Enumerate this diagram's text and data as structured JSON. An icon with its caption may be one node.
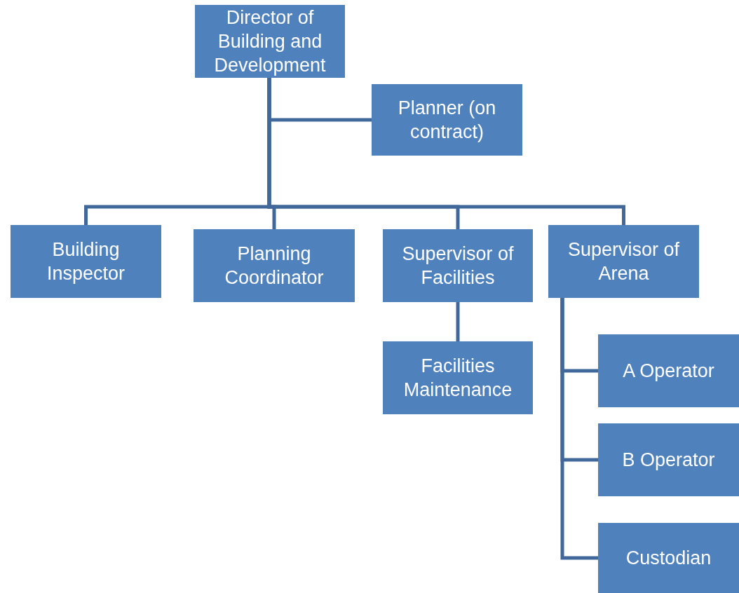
{
  "diagram": {
    "nodes": [
      {
        "text": [
          "Director of Building and Development"
        ]
      },
      {
        "text": [
          "Planner (on contract)"
        ]
      },
      {
        "text": [
          "Building Inspector"
        ]
      },
      {
        "text": [
          "Planning Coordinator"
        ]
      },
      {
        "text": [
          "Supervisor of Facilities"
        ]
      },
      {
        "text": [
          "Supervisor of Arena"
        ]
      },
      {
        "text": [
          "Facilities Maintenance"
        ]
      },
      {
        "text": [
          "A Operator"
        ]
      },
      {
        "text": [
          "B Operator"
        ]
      },
      {
        "text": [
          "Custodian"
        ]
      }
    ],
    "edges": [
      {
        "from": 0,
        "to": 1,
        "arrow": "none"
      },
      {
        "from": 0,
        "to": 2,
        "arrow": "none"
      },
      {
        "from": 0,
        "to": 3,
        "arrow": "none"
      },
      {
        "from": 0,
        "to": 4,
        "arrow": "none"
      },
      {
        "from": 0,
        "to": 5,
        "arrow": "none"
      },
      {
        "from": 4,
        "to": 6,
        "arrow": "none"
      },
      {
        "from": 5,
        "to": 7,
        "arrow": "none"
      },
      {
        "from": 5,
        "to": 8,
        "arrow": "none"
      },
      {
        "from": 5,
        "to": 9,
        "arrow": "none"
      }
    ]
  }
}
